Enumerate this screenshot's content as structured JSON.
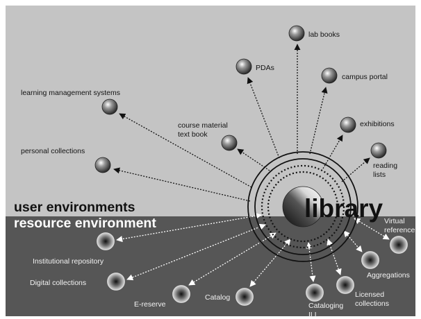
{
  "zones": {
    "top": "user environments",
    "bottom": "resource environment"
  },
  "core": {
    "label": "library"
  },
  "user_environment_nodes": [
    {
      "id": "lab-books",
      "lines": [
        "lab books"
      ]
    },
    {
      "id": "pdas",
      "lines": [
        "PDAs"
      ]
    },
    {
      "id": "campus-portal",
      "lines": [
        "campus portal"
      ]
    },
    {
      "id": "learning-management-systems",
      "lines": [
        "learning management systems"
      ]
    },
    {
      "id": "course-material-text-book",
      "lines": [
        "course material",
        "text book"
      ]
    },
    {
      "id": "exhibitions",
      "lines": [
        "exhibitions"
      ]
    },
    {
      "id": "personal-collections",
      "lines": [
        "personal collections"
      ]
    },
    {
      "id": "reading-lists",
      "lines": [
        "reading",
        "lists"
      ]
    }
  ],
  "resource_environment_nodes": [
    {
      "id": "virtual-reference",
      "lines": [
        "Virtual",
        "reference"
      ]
    },
    {
      "id": "institutional-repository",
      "lines": [
        "Institutional repository"
      ]
    },
    {
      "id": "aggregations",
      "lines": [
        "Aggregations"
      ]
    },
    {
      "id": "digital-collections",
      "lines": [
        "Digital collections"
      ]
    },
    {
      "id": "licensed-collections",
      "lines": [
        "Licensed",
        "collections"
      ]
    },
    {
      "id": "e-reserve",
      "lines": [
        "E-reserve"
      ]
    },
    {
      "id": "catalog",
      "lines": [
        "Catalog"
      ]
    },
    {
      "id": "cataloging-ill",
      "lines": [
        "Cataloging",
        "ILL"
      ]
    }
  ],
  "colors": {
    "top_background": "#c4c4c4",
    "bottom_background": "#565656",
    "line": "#111111",
    "bottom_line": "#ffffff"
  }
}
